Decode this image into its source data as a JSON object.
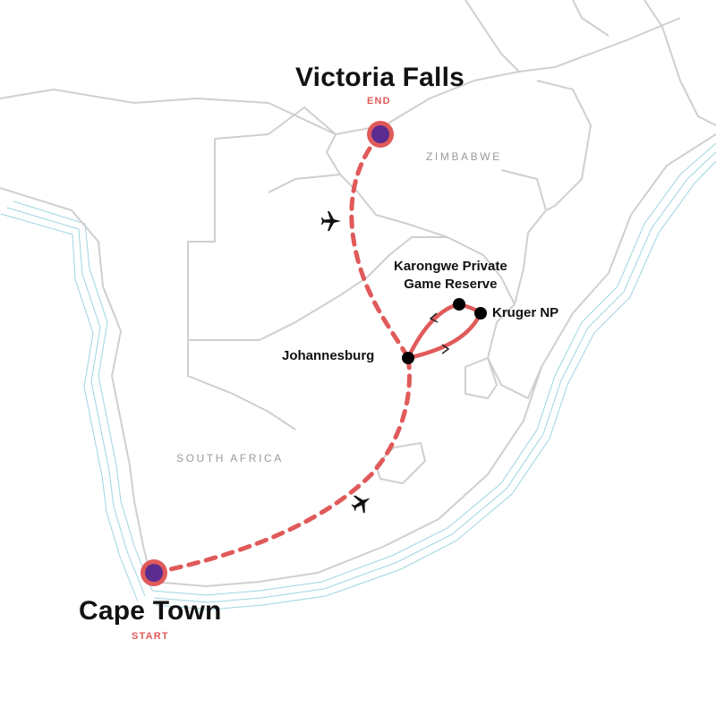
{
  "map": {
    "start_place": "Cape Town",
    "start_tag": "START",
    "end_place": "Victoria Falls",
    "end_tag": "END",
    "stops": {
      "johannesburg": "Johannesburg",
      "karongwe": "Karongwe Private\nGame Reserve",
      "kruger": "Kruger NP"
    },
    "countries": {
      "zimbabwe": "ZIMBABWE",
      "south_africa": "SOUTH AFRICA"
    },
    "transport_icons": [
      "plane-icon",
      "plane-icon"
    ],
    "colors": {
      "route": "#e05a5a",
      "marker_fill": "#5b2c8f",
      "marker_ring": "#e05a5a",
      "stop_dot": "#000000",
      "border": "#cfcfcf",
      "coast_lines": "#9fd4e0",
      "country_label": "#9a9a9a",
      "tag_text": "#e05a5a"
    }
  }
}
